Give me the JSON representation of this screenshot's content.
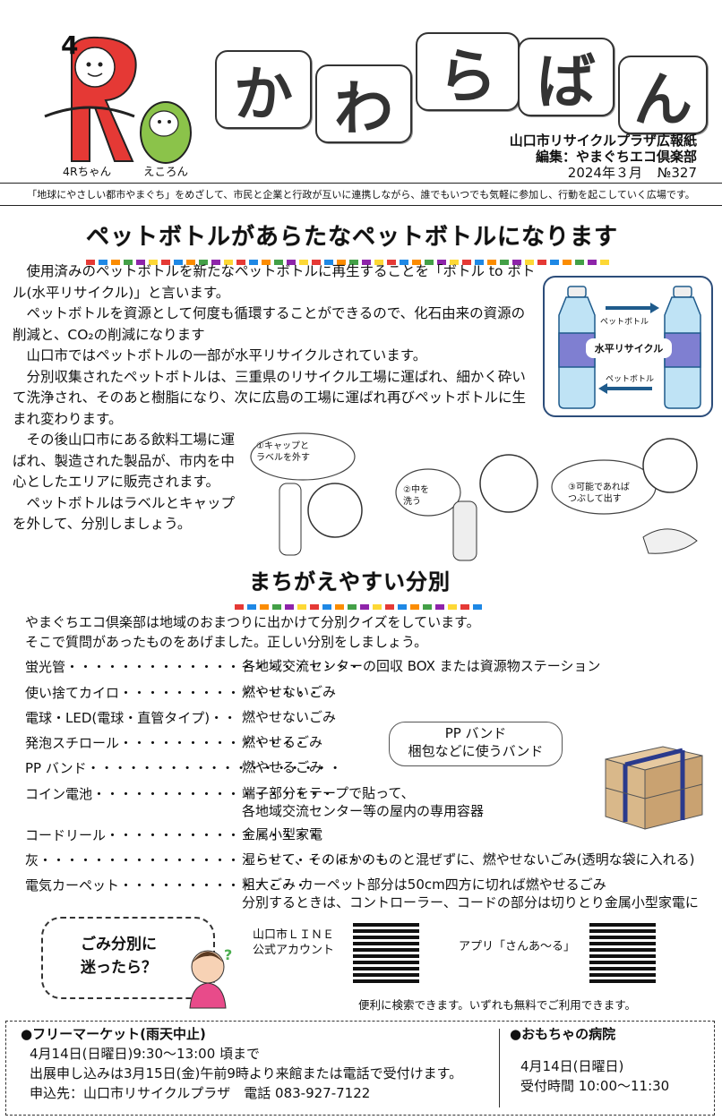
{
  "header": {
    "mascot_4r_number": "4",
    "mascot_4r_name": "4Rちゃん",
    "mascot_eco_name": "えころん",
    "title_chars": [
      "か",
      "わ",
      "ら",
      "ば",
      "ん"
    ],
    "publisher": "山口市リサイクルプラザ広報紙",
    "editor": "編集：やまぐちエコ倶楽部",
    "issue_date": "2024年３月",
    "issue_number": "№327",
    "mission": "「地球にやさしい都市やまぐち」をめざして、市民と企業と行政が互いに連携しながら、誰でもいつでも気軽に参加し、行動を起こしていく広場です。"
  },
  "article1": {
    "heading": "ペットボトルがあらたなペットボトルになります",
    "paragraphs": [
      "使用済みのペットボトルを新たなペットボトルに再生することを「ボトル to ボトル(水平リサイクル)」と言います。",
      "ペットボトルを資源として何度も循環することができるので、化石由来の資源の削減と、CO₂の削減になります",
      "山口市ではペットボトルの一部が水平リサイクルされています。",
      "分別収集されたペットボトルは、三重県のリサイクル工場に運ばれ、細かく砕いて洗浄され、そのあと樹脂になり、次に広島の工場に運ばれ再びペットボトルに生まれ変わります。",
      "その後山口市にある飲料工場に運ばれ、製造された製品が、市内を中心としたエリアに販売されます。",
      "ペットボトルはラベルとキャップを外して、分別しましょう。"
    ],
    "diagram": {
      "top_label": "ペットボトル",
      "center_label": "水平リサイクル",
      "bottom_label": "ペットボトル"
    },
    "steps": [
      "①キャップと\nラベルを外す",
      "②中を\n洗う",
      "③可能であれば\nつぶして出す"
    ]
  },
  "article2": {
    "heading": "まちがえやすい分別",
    "intro": [
      "やまぐちエコ倶楽部は地域のおまつりに出かけて分別クイズをしています。",
      "そこで質問があったものをあげました。正しい分別をしましょう。"
    ],
    "items": [
      {
        "label": "蛍光管・・・・・・・・・・・・・・・・・・・・・・",
        "value": "各地域交流センターの回収 BOX または資源物ステーション"
      },
      {
        "label": "使い捨てカイロ・・・・・・・・・・・・・・・",
        "value": "燃やせないごみ"
      },
      {
        "label": "電球・LED(電球・直管タイプ)・・",
        "value": "燃やせないごみ"
      },
      {
        "label": "発泡スチロール・・・・・・・・・・・・・・",
        "value": "燃やせるごみ"
      },
      {
        "label": "PP バンド・・・・・・・・・・・・・・・・・・・",
        "value": "燃やせるごみ"
      },
      {
        "label": "コイン電池・・・・・・・・・・・・・・・・・・",
        "value": "端子部分をテープで貼って、\n各地域交流センター等の屋内の専用容器"
      },
      {
        "label": "コードリール・・・・・・・・・・・・・・・・",
        "value": "金属小型家電"
      },
      {
        "label": "灰・・・・・・・・・・・・・・・・・・・・・・・・・・",
        "value": "湿らせて、そのほかのものと混ぜずに、燃やせないごみ(透明な袋に入れる)"
      },
      {
        "label": "電気カーペット・・・・・・・・・・・・・・",
        "value": "粗大ごみ カーペット部分は50cm四方に切れば燃やせるごみ\n分別するときは、コントローラー、コードの部分は切りとり金属小型家電に"
      }
    ],
    "pp_bubble": "PP バンド\n梱包などに使うバンド"
  },
  "help": {
    "bubble": "ごみ分別に\n迷ったら？",
    "line_label": "山口市ＬＩＮＥ\n公式アカウント",
    "app_label": "アプリ「さんあ～る」",
    "note": "便利に検索できます。いずれも無料でご利用できます。"
  },
  "footer": {
    "market_title": "●フリーマーケット(雨天中止)",
    "market_lines": [
      "4月14日(日曜日)9:30～13:00 頃まで",
      "出展申し込みは3月15日(金)午前9時より来館または電話で受付けます。",
      "申込先：山口市リサイクルプラザ　電話 083-927-7122"
    ],
    "toy_title": "●おもちゃの病院",
    "toy_lines": [
      "4月14日(日曜日)",
      "受付時間 10:00～11:30"
    ]
  }
}
